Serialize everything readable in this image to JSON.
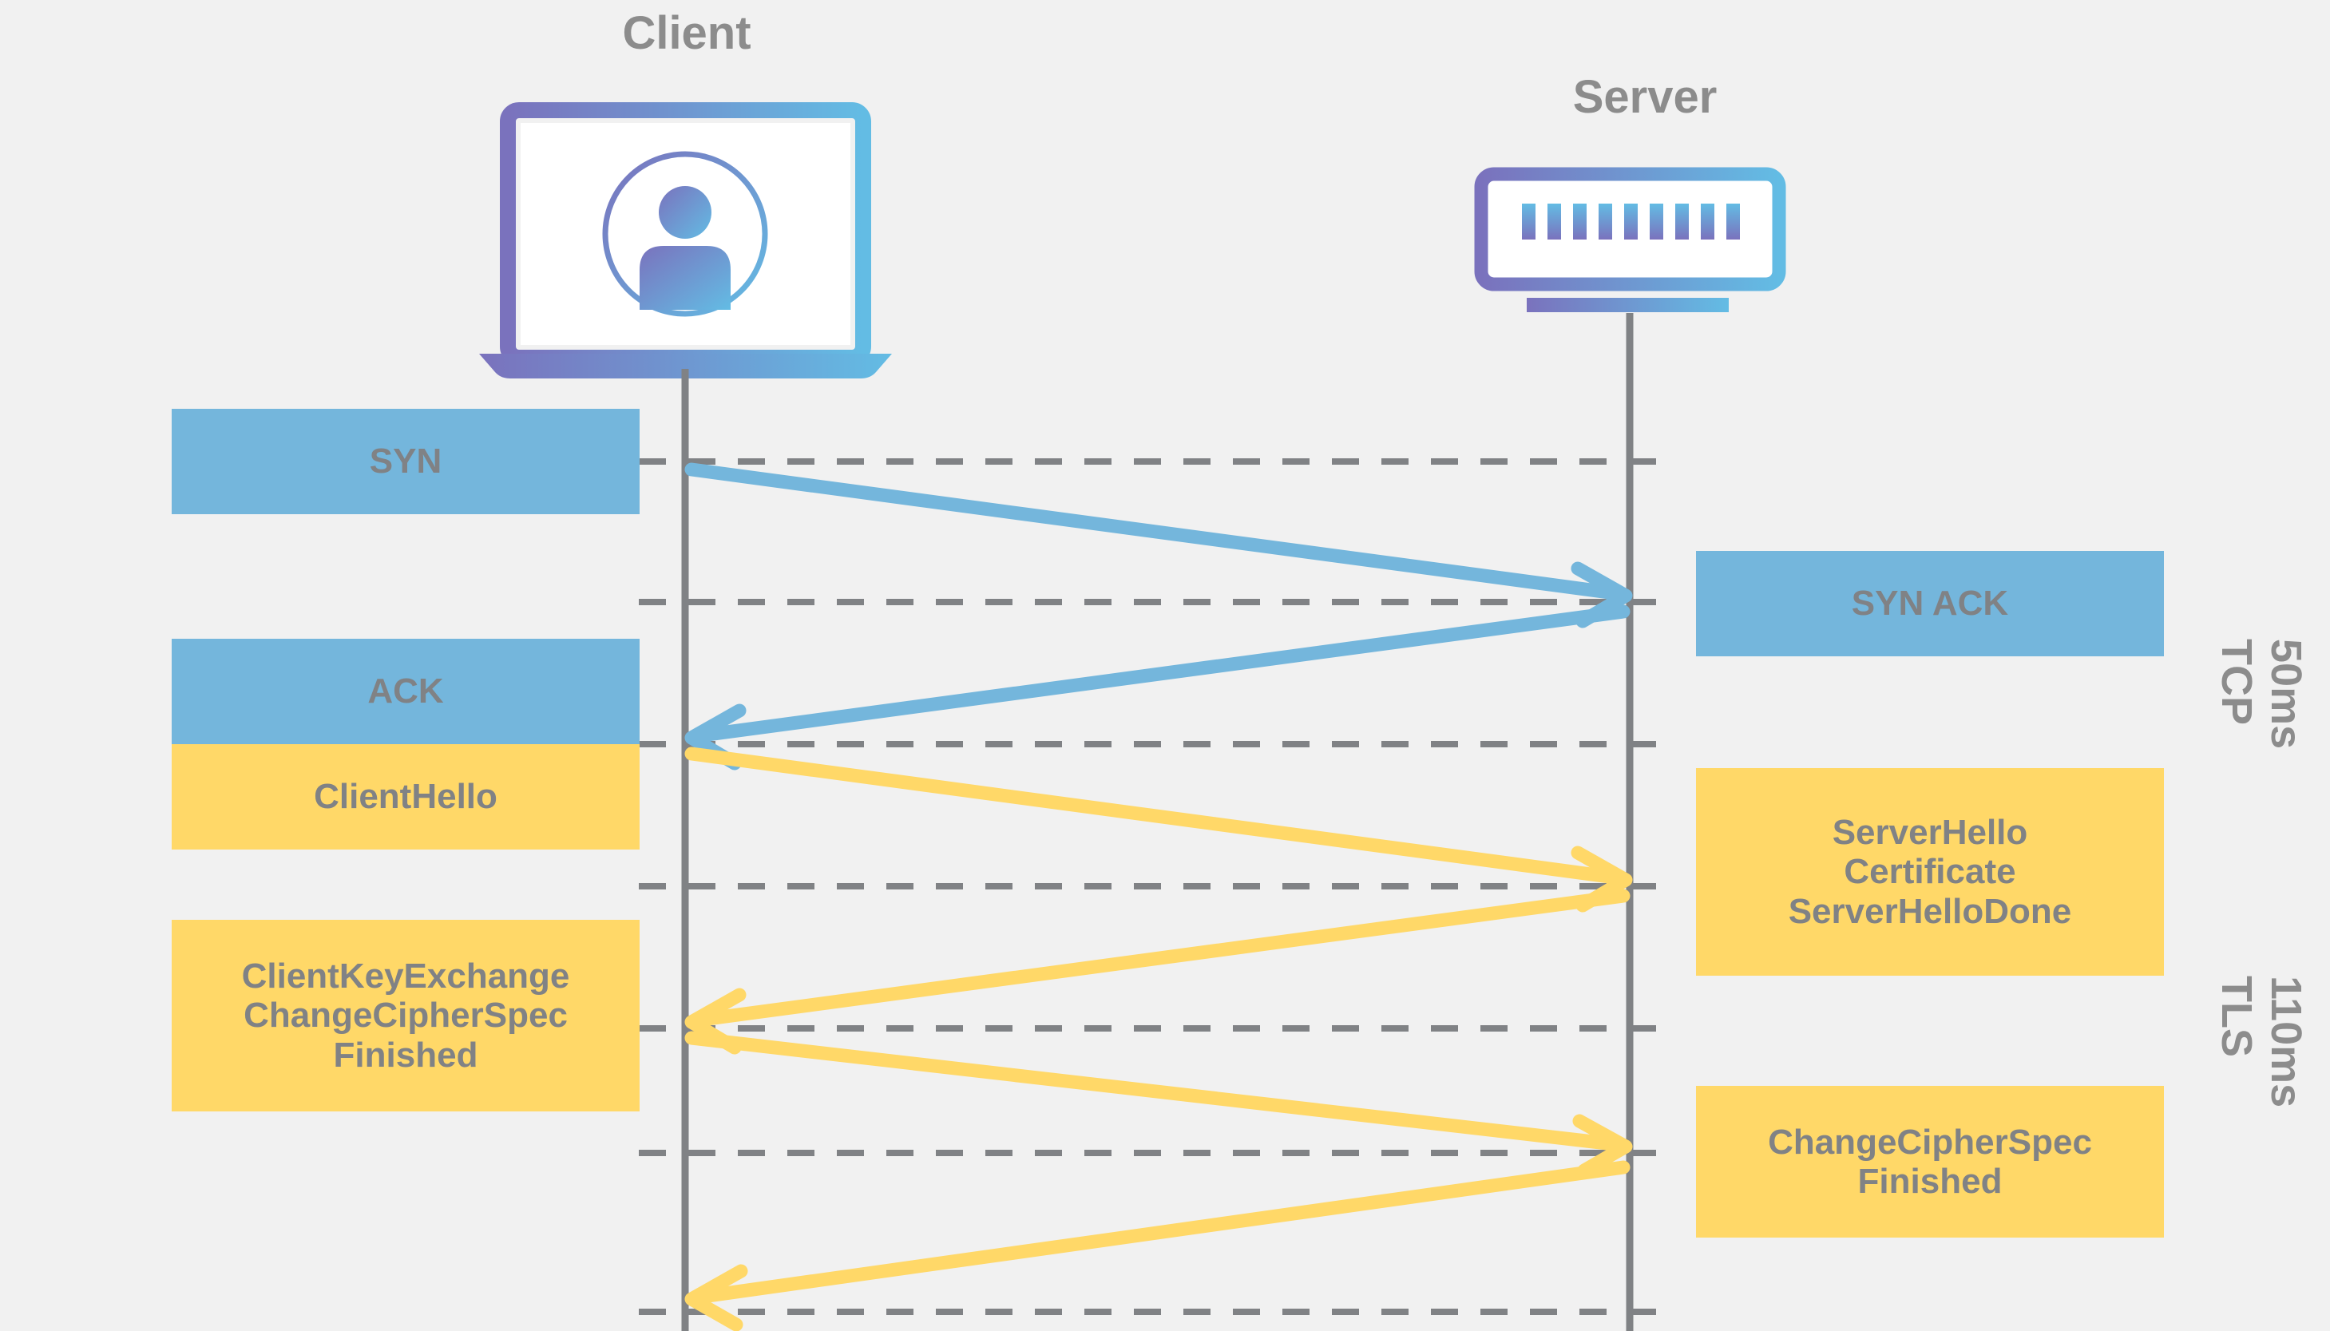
{
  "diagram": {
    "title_client": "Client",
    "title_server": "Server",
    "background_color": "#f1f1f1",
    "text_color": "#808285",
    "label_color": "#8c8c8c",
    "tcp_color": "#74b6dc",
    "tls_color": "#ffd868",
    "lifeline_color": "#808285"
  },
  "actors": [
    {
      "name": "client",
      "label": "Client",
      "icon": "laptop-user-icon"
    },
    {
      "name": "server",
      "label": "Server",
      "icon": "server-rack-icon"
    }
  ],
  "client_messages": [
    {
      "id": "syn",
      "lines": [
        "SYN"
      ],
      "protocol": "TCP",
      "color": "#74b6dc"
    },
    {
      "id": "ack",
      "lines": [
        "ACK"
      ],
      "protocol": "TCP",
      "color": "#74b6dc"
    },
    {
      "id": "client-hello",
      "lines": [
        "ClientHello"
      ],
      "protocol": "TLS",
      "color": "#ffd868"
    },
    {
      "id": "client-key-exchange",
      "lines": [
        "ClientKeyExchange",
        "ChangeCipherSpec",
        "Finished"
      ],
      "protocol": "TLS",
      "color": "#ffd868"
    }
  ],
  "server_messages": [
    {
      "id": "syn-ack",
      "lines": [
        "SYN ACK"
      ],
      "protocol": "TCP",
      "color": "#74b6dc"
    },
    {
      "id": "server-hello",
      "lines": [
        "ServerHello",
        "Certificate",
        "ServerHelloDone"
      ],
      "protocol": "TLS",
      "color": "#ffd868"
    },
    {
      "id": "server-change-cipher-spec",
      "lines": [
        "ChangeCipherSpec",
        "Finished"
      ],
      "protocol": "TLS",
      "color": "#ffd868"
    }
  ],
  "arrows": [
    {
      "id": "arrow-syn",
      "from": "client",
      "to": "server",
      "direction": "right",
      "color": "#74b6dc"
    },
    {
      "id": "arrow-syn-ack",
      "from": "server",
      "to": "client",
      "direction": "left",
      "color": "#74b6dc"
    },
    {
      "id": "arrow-client-hello",
      "from": "client",
      "to": "server",
      "direction": "right",
      "color": "#ffd868"
    },
    {
      "id": "arrow-server-hello",
      "from": "server",
      "to": "client",
      "direction": "left",
      "color": "#ffd868"
    },
    {
      "id": "arrow-client-key-exchange",
      "from": "client",
      "to": "server",
      "direction": "right",
      "color": "#ffd868"
    },
    {
      "id": "arrow-server-finished",
      "from": "server",
      "to": "client",
      "direction": "left",
      "color": "#ffd868"
    }
  ],
  "phases": [
    {
      "id": "tcp-phase",
      "protocol": "TCP",
      "latency": "50ms"
    },
    {
      "id": "tls-phase",
      "protocol": "TLS",
      "latency": "110ms"
    }
  ]
}
